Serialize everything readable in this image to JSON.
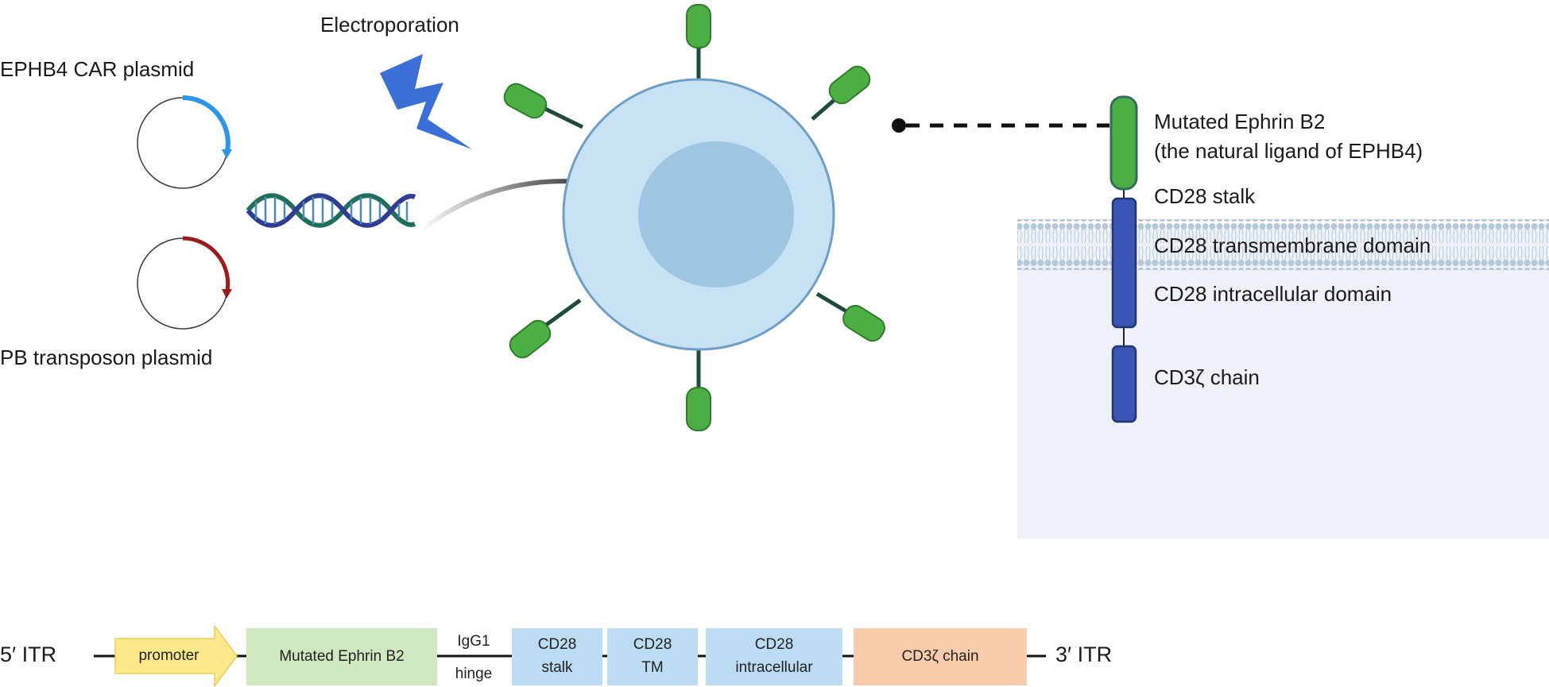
{
  "top": {
    "electroporation": "Electroporation",
    "car_plasmid": "EPHB4 CAR plasmid",
    "pb_plasmid": "PB transposon plasmid"
  },
  "receptor": {
    "ligand_line1": "Mutated Ephrin B2",
    "ligand_line2": "(the natural  ligand of EPHB4)",
    "stalk": "CD28 stalk",
    "tm": "CD28 transmembrane domain",
    "intra": "CD28 intracellular domain",
    "cd3z": "CD3ζ chain"
  },
  "construct": {
    "itr5": "5′ ITR",
    "promoter": "promoter",
    "ephrin": "Mutated Ephrin B2",
    "hinge_top": "IgG1",
    "hinge_bottom": "hinge",
    "stalk_top": "CD28",
    "stalk_bottom": "stalk",
    "tm_top": "CD28",
    "tm_bottom": "TM",
    "intra_top": "CD28",
    "intra_bottom": "intracellular",
    "cd3z": "CD3ζ chain",
    "itr3": "3′ ITR"
  },
  "colors": {
    "car_arc": "#2b95e9",
    "pb_arc": "#9b1c1c",
    "bolt": "#3a6fd8",
    "cell_outer": "#c6e2f3",
    "cell_nucleus": "#9ec6e2",
    "receptor_green": "#4caf43",
    "receptor_blue": "#3a55b4",
    "promoter": "#fbe98a",
    "ephrin_box": "#cfe8c0",
    "cd28_box": "#bcdcf3",
    "cd3z_box": "#f8ccaa"
  }
}
